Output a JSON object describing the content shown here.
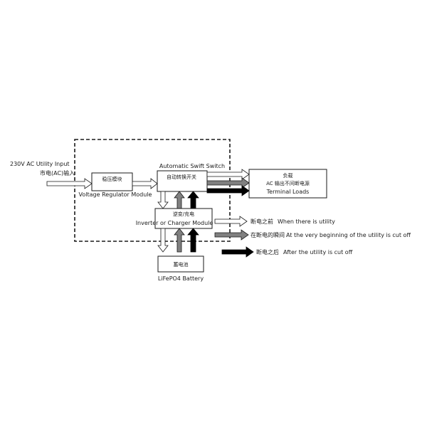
{
  "input": {
    "line1": "230V AC Utility Input",
    "line2": "市电(AC)输入"
  },
  "regulator": {
    "cn": "稳压模块",
    "en": "Voltage Regulator Module"
  },
  "switch": {
    "en": "Automatic Swift Switch",
    "cn": "自动转换开关"
  },
  "loads": {
    "cn1": "负载",
    "cn2": "AC 输出不间断电源",
    "en": "Terminal Loads"
  },
  "inverter": {
    "cn": "逆变/充电",
    "en": "Inverter or Charger Module"
  },
  "battery": {
    "cn": "蓄电池",
    "en": "LiFePO4 Battery"
  },
  "legend": [
    {
      "cn": "断电之前",
      "en": "When there is utility",
      "style": "white"
    },
    {
      "cn": "在断电的瞬间",
      "en": "At the very beginning of the utility is cut off",
      "style": "gray"
    },
    {
      "cn": "断电之后",
      "en": "After the utility is cut off",
      "style": "black"
    }
  ],
  "colors": {
    "white_arrow": "#ffffff",
    "gray_arrow": "#808080",
    "black_arrow": "#000000",
    "line": "#1a1a1a"
  }
}
